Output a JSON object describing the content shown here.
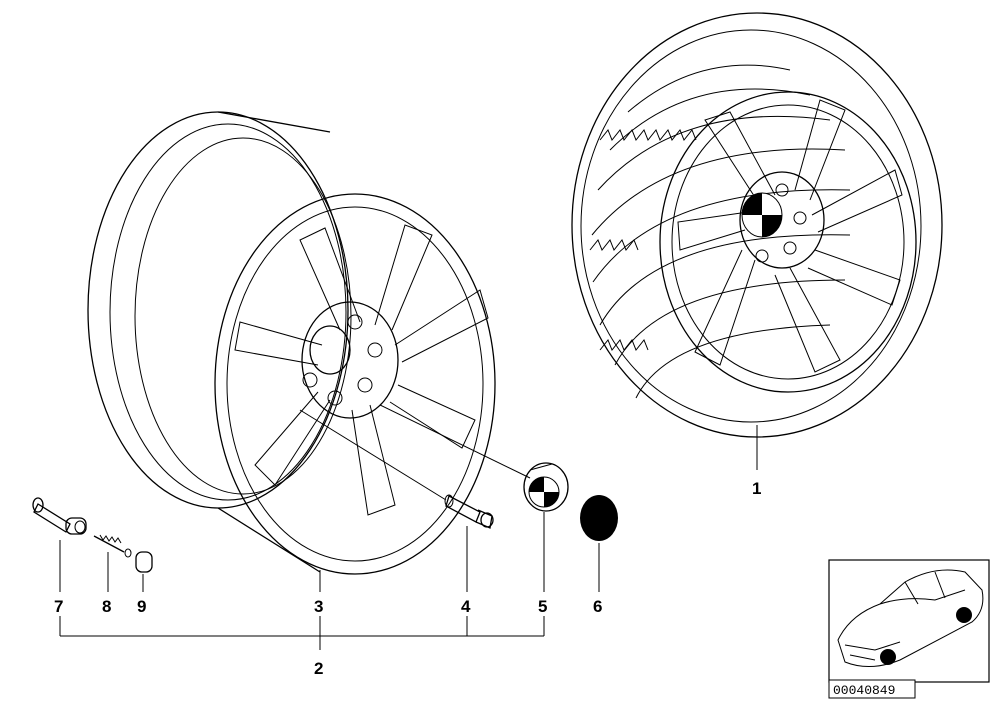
{
  "diagram": {
    "callouts": {
      "c1": "1",
      "c2": "2",
      "c3": "3",
      "c4": "4",
      "c5": "5",
      "c6": "6",
      "c7": "7",
      "c8": "8",
      "c9": "9"
    },
    "inset": {
      "doc_number": "00040849"
    }
  }
}
